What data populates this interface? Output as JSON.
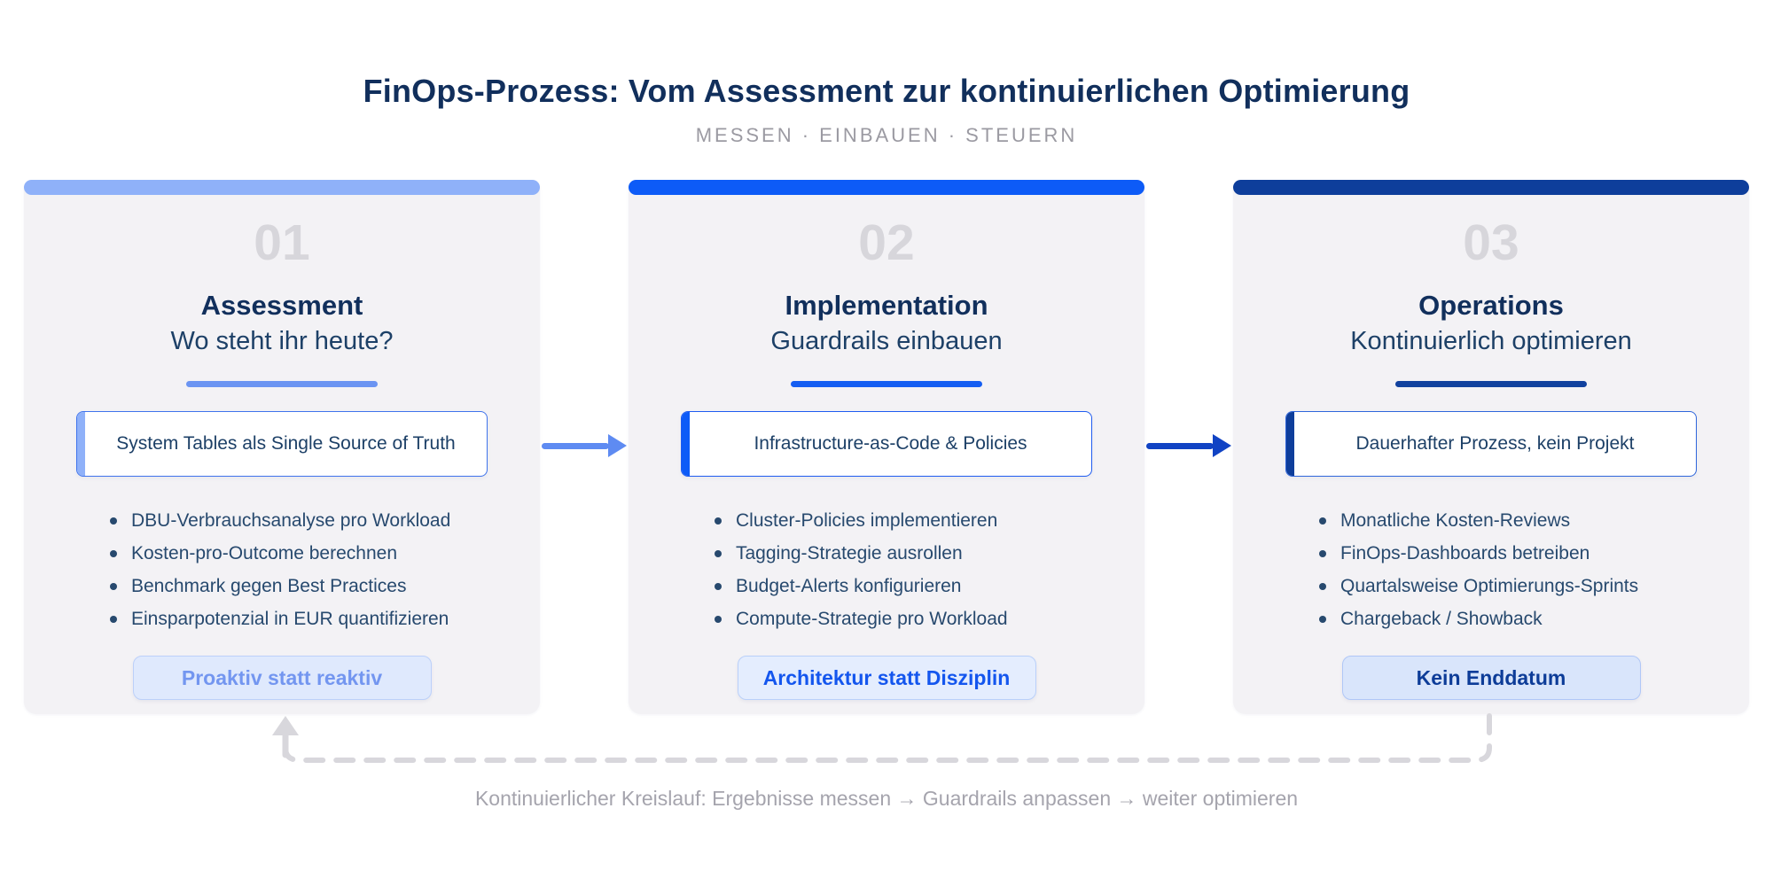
{
  "header": {
    "title": "FinOps-Prozess: Vom Assessment zur kontinuierlichen Optimierung",
    "subtitle": "MESSEN · EINBAUEN · STEUERN"
  },
  "cards": [
    {
      "number": "01",
      "title": "Assessment",
      "subtitle": "Wo steht ihr heute?",
      "headline": "System Tables als Single Source of Truth",
      "bullets": [
        "DBU-Verbrauchsanalyse pro Workload",
        "Kosten-pro-Outcome berechnen",
        "Benchmark gegen Best Practices",
        "Einsparpotenzial in EUR quantifizieren"
      ],
      "badge": "Proaktiv statt reaktiv",
      "colors": {
        "accent": "#8fb1f9",
        "divider": "#6b94f2",
        "box_border": "#3f73ec",
        "badge_bg": "#dfe9fd",
        "badge_border": "#bcd0fa",
        "badge_text": "#7396f0"
      }
    },
    {
      "number": "02",
      "title": "Implementation",
      "subtitle": "Guardrails einbauen",
      "headline": "Infrastructure-as-Code & Policies",
      "bullets": [
        "Cluster-Policies implementieren",
        "Tagging-Strategie ausrollen",
        "Budget-Alerts konfigurieren",
        "Compute-Strategie pro Workload"
      ],
      "badge": "Architektur statt Disziplin",
      "colors": {
        "accent": "#0d5bf7",
        "divider": "#155ef2",
        "box_border": "#1f5cf0",
        "badge_bg": "#e4edfe",
        "badge_border": "#b9d0fa",
        "badge_text": "#1456ee"
      }
    },
    {
      "number": "03",
      "title": "Operations",
      "subtitle": "Kontinuierlich optimieren",
      "headline": "Dauerhafter Prozess, kein Projekt",
      "bullets": [
        "Monatliche Kosten-Reviews",
        "FinOps-Dashboards betreiben",
        "Quartalsweise Optimierungs-Sprints",
        "Chargeback / Showback"
      ],
      "badge": "Kein Enddatum",
      "colors": {
        "accent": "#0e3e9b",
        "divider": "#11419e",
        "box_border": "#2f66db",
        "badge_bg": "#d9e5fb",
        "badge_border": "#b0c7f7",
        "badge_text": "#0d3c98"
      }
    }
  ],
  "arrows": [
    {
      "name": "assessment-to-implementation",
      "color": "#5e8bf2"
    },
    {
      "name": "implementation-to-operations",
      "color": "#1143c4"
    }
  ],
  "loop": {
    "caption": "Kontinuierlicher Kreislauf: Ergebnisse messen → Guardrails anpassen → weiter optimieren",
    "color": "#d8d7dc"
  },
  "text_colors": {
    "title": "#112f5c",
    "subtitle": "#9b9aa2",
    "number": "#d7d6db",
    "body": "#27496e",
    "caption": "#a5a4ad"
  }
}
